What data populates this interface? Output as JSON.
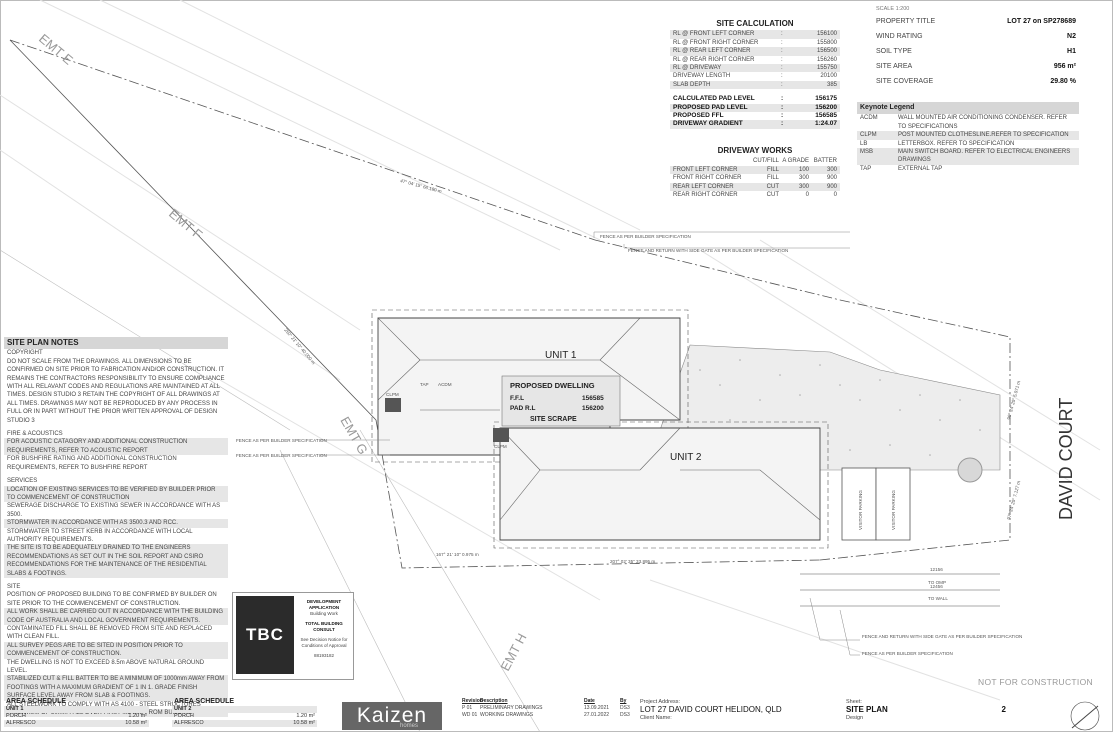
{
  "property": {
    "scale": "SCALE 1:200",
    "rows": [
      {
        "label": "PROPERTY TITLE",
        "value": "LOT 27 on SP278689"
      },
      {
        "label": "WIND RATING",
        "value": "N2"
      },
      {
        "label": "SOIL TYPE",
        "value": "H1"
      },
      {
        "label": "SITE AREA",
        "value": "956 m²"
      },
      {
        "label": "SITE COVERAGE",
        "value": "29.80 %"
      }
    ]
  },
  "site_calc": {
    "title": "SITE CALCULATION",
    "rows": [
      {
        "label": "RL @ FRONT LEFT CORNER",
        "sep": ":",
        "value": "156100"
      },
      {
        "label": "RL @ FRONT RIGHT CORNER",
        "sep": ":",
        "value": "155800"
      },
      {
        "label": "RL @ REAR LEFT CORNER",
        "sep": ":",
        "value": "156500"
      },
      {
        "label": "RL @ REAR RIGHT CORNER",
        "sep": ":",
        "value": "156260"
      },
      {
        "label": "RL @ DRIVEWAY",
        "sep": ":",
        "value": "155750"
      },
      {
        "label": "DRIVEWAY LENGTH",
        "sep": ":",
        "value": "20100"
      },
      {
        "label": "SLAB DEPTH",
        "sep": ":",
        "value": "385"
      }
    ],
    "results": [
      {
        "label": "CALCULATED PAD LEVEL",
        "sep": ":",
        "value": "156175"
      },
      {
        "label": "PROPOSED PAD LEVEL",
        "sep": ":",
        "value": "156200"
      },
      {
        "label": "PROPOSED FFL",
        "sep": ":",
        "value": "156585"
      },
      {
        "label": "DRIVEWAY GRADIENT",
        "sep": ":",
        "value": "1:24.07"
      }
    ]
  },
  "driveway": {
    "title": "DRIVEWAY WORKS",
    "headers": [
      "",
      "CUT/FILL",
      "A GRADE",
      "BATTER"
    ],
    "rows": [
      [
        "FRONT LEFT CORNER",
        "FILL",
        "100",
        "300"
      ],
      [
        "FRONT RIGHT CORNER",
        "FILL",
        "300",
        "900"
      ],
      [
        "REAR LEFT CORNER",
        "CUT",
        "300",
        "900"
      ],
      [
        "REAR RIGHT CORNER",
        "CUT",
        "0",
        "0"
      ]
    ]
  },
  "keynote": {
    "title": "Keynote Legend",
    "rows": [
      {
        "code": "ACDM",
        "text": "WALL MOUNTED AIR CONDITIONING CONDENSER. REFER TO SPECIFICATIONS"
      },
      {
        "code": "CLPM",
        "text": "POST MOUNTED CLOTHESLINE.REFER TO SPECIFICATION"
      },
      {
        "code": "LB",
        "text": "LETTERBOX. REFER TO SPECIFICATION"
      },
      {
        "code": "MSB",
        "text": "MAIN SWITCH BOARD. REFER TO ELECTRICAL ENGINEERS DRAWINGS"
      },
      {
        "code": "TAP",
        "text": "EXTERNAL TAP"
      }
    ]
  },
  "notes": {
    "title": "SITE PLAN NOTES",
    "sections": [
      {
        "heading": "COPYRIGHT",
        "lines": [
          "DO NOT SCALE FROM THE DRAWINGS. ALL DIMENSIONS TO BE CONFIRMED ON SITE PRIOR TO FABRICATION AND/OR CONSTRUCTION. IT REMAINS THE CONTRACTORS RESPONSIBILITY TO ENSURE COMPLIANCE WITH ALL RELAVANT CODES AND REGULATIONS ARE MAINTAINED AT ALL TIMES. DESIGN STUDIO 3 RETAIN THE COPYRIGHT OF ALL DRAWINGS AT ALL TIMES. DRAWINGS MAY NOT BE REPRODUCED BY ANY PROCESS IN FULL OR IN PART WITHOUT THE PRIOR WRITTEN APPROVAL OF DESIGN STUDIO 3"
        ]
      },
      {
        "heading": "FIRE & ACOUSTICS",
        "lines": [
          "FOR ACOUSTIC CATAGORY AND ADDITIONAL CONSTRUCTION REQUIREMENTS, REFER TO ACOUSTIC REPORT",
          "FOR BUSHFIRE RATING AND ADDITIONAL CONSTRUCTION REQUIREMENTS, REFER TO BUSHFIRE REPORT"
        ]
      },
      {
        "heading": "SERVICES",
        "lines": [
          "LOCATION OF EXISTING SERVICES TO BE VERIFIED BY BUILDER PRIOR TO COMMENCEMENT OF CONSTRUCTION",
          "SEWERAGE DISCHARGE TO EXISTING SEWER IN ACCORDANCE WITH AS 3500.",
          "STORMWATER IN ACCORDANCE WITH AS 3500.3 AND RCC.",
          "STORMWATER TO STREET KERB IN ACCORDANCE WITH LOCAL AUTHORITY REQUIREMENTS.",
          "THE SITE IS TO BE ADEQUATELY DRAINED TO THE ENGINEERS RECOMMENDATIONS AS SET OUT IN THE SOIL REPORT AND CSIRO RECOMMENDATIONS FOR THE MAINTENANCE OF THE RESIDENTIAL SLABS & FOOTINGS."
        ]
      },
      {
        "heading": "SITE",
        "lines": [
          "POSITION OF PROPOSED BUILDING TO BE CONFIRMED BY BUILDER ON SITE PRIOR TO THE COMMENCEMENT OF CONSTRUCTION.",
          "ALL WORK SHALL BE CARRIED OUT IN ACCORDANCE WITH THE BUILDING CODE OF AUSTRALIA AND LOCAL GOVERNMENT REQUIREMENTS.",
          "CONTAMINATED FILL SHALL BE REMOVED FROM SITE AND REPLACED WITH CLEAN FILL.",
          "ALL SURVEY PEGS ARE TO BE SITED IN POSITION PRIOR TO COMMENCEMENT OF CONSTRUCTION.",
          "THE DWELLING IS NOT TO EXCEED 8.5m ABOVE NATURAL GROUND LEVEL.",
          "STABILIZED CUT & FILL BATTER TO BE A MINIMUM OF 1000mm AWAY FROM FOOTINGS WITH A MAXIMUM GRADIENT OF 1 IN 1. GRADE FINISH SURFACE LEVEL AWAY FROM SLAB & FOOTINGS.",
          "ALL STEELWORK TO COMPLY WITH AS 4100 - STEEL STRUCTURES",
          "A MINIMUM OF 50mm FALL OVER FIRST METRE FROM BUILDING"
        ]
      }
    ]
  },
  "tbc": {
    "logo": "TBC",
    "lines": [
      "DEVELOPMENT APPLICATION",
      "Building Work",
      "TOTAL BUILDING CONSULT",
      "See Decision Notice for",
      "Conditions of Approval",
      "88193182"
    ]
  },
  "plan": {
    "labels": {
      "emt_e": "EMT E",
      "emt_f": "EMT F",
      "emt_g": "EMT G",
      "emt_h": "EMT H",
      "street": "DAVID COURT",
      "unit1": "UNIT 1",
      "unit2": "UNIT 2",
      "dwelling": "PROPOSED DWELLING",
      "ffl_label": "F.F.L",
      "ffl_value": "156585",
      "pad_label": "PAD R.L",
      "pad_value": "156200",
      "scrape": "SITE SCRAPE",
      "bearing1": "47° 04' 15\"  66.180 m",
      "bearing2": "250° 21' 10\"  40.000 m",
      "bearing3": "207° 02' 35\"  33.895 m",
      "bearing4": "167° 21' 10\"  0.975 m",
      "bearing5": "90° 24' 20\"  5.071 m",
      "bearing6": "97° 24' 20\"  7.127 m",
      "visitor1": "VISITOR PARKING",
      "visitor2": "VISITOR PARKING",
      "fence1": "FENCE AS PER BUILDER SPECIFICATION",
      "fence2": "FENCE AND RETURN WITH SIDE GATE AS PER BUILDER SPECIFICATION",
      "fence3": "FENCE AS PER BUILDER SPECIFICATION",
      "fence4": "FENCE AS PER BUILDER SPECIFICATION",
      "fence5": "FENCE AND RETURN WITH SIDE GATE AS PER BUILDER SPECIFICATION",
      "fence6": "FENCE AS PER BUILDER SPECIFICATION",
      "dim1": "12156",
      "dim1b": "TO OMP",
      "dim2": "12456",
      "dim2b": "TO WALL",
      "clpm1": "CLPM",
      "clpm2": "CLPM",
      "tap": "TAP",
      "acdm": "ACDM"
    }
  },
  "area1": {
    "title": "AREA SCHEDULE",
    "unit": "UNIT 1",
    "rows": [
      {
        "label": "PORCH",
        "value": "1.20 m²"
      },
      {
        "label": "ALFRESCO",
        "value": "10.58 m²"
      }
    ]
  },
  "area2": {
    "title": "AREA SCHEDULE",
    "unit": "UNIT 2",
    "rows": [
      {
        "label": "PORCH",
        "value": "1.20 m²"
      },
      {
        "label": "ALFRESCO",
        "value": "10.58 m²"
      }
    ]
  },
  "brand": {
    "name": "Kaizen",
    "sub": "homes"
  },
  "revisions": {
    "headers": [
      "Revision",
      "Description",
      "Date",
      "By"
    ],
    "rows": [
      [
        "P 01",
        "PRELIMINARY DRAWINGS",
        "13.09.2021",
        "DS3"
      ],
      [
        "WD 01",
        "WORKING DRAWINGS",
        "27.01.2022",
        "DS3"
      ]
    ]
  },
  "project": {
    "address_label": "Project Address:",
    "address": "LOT 27 DAVID COURT HELIDON, QLD",
    "client_label": "Client Name:"
  },
  "sheet": {
    "label": "Sheet:",
    "name": "SITE PLAN",
    "number": "2",
    "design_label": "Design"
  },
  "stamp": "NOT FOR CONSTRUCTION"
}
